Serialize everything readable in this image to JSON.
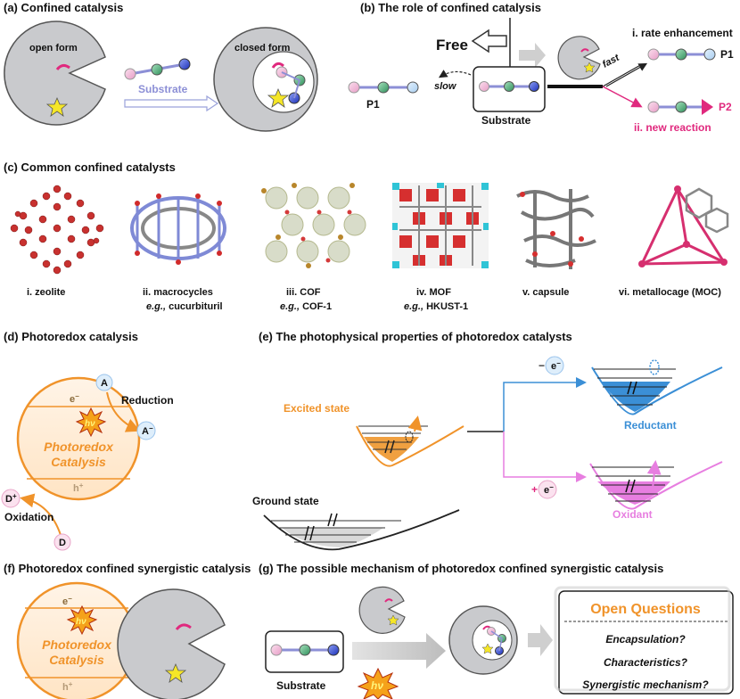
{
  "panels": {
    "a": {
      "title": "(a) Confined catalysis",
      "open_form": "open form",
      "closed_form": "closed form",
      "substrate": "Substrate"
    },
    "b": {
      "title": "(b) The role of confined catalysis",
      "free": "Free",
      "slow": "slow",
      "fast": "fast",
      "p1_left": "P1",
      "substrate": "Substrate",
      "rate": "i. rate enhancement",
      "p1_right": "P1",
      "p2": "P2",
      "new_reaction": "ii. new reaction"
    },
    "c": {
      "title": "(c) Common confined catalysts",
      "items": [
        {
          "label": "i. zeolite",
          "sub_prefix": "",
          "sub": ""
        },
        {
          "label": "ii. macrocycles",
          "sub_prefix": "e.g.,",
          "sub": "cucurbituril"
        },
        {
          "label": "iii. COF",
          "sub_prefix": "e.g.,",
          "sub": "COF-1"
        },
        {
          "label": "iv. MOF",
          "sub_prefix": "e.g.,",
          "sub": "HKUST-1"
        },
        {
          "label": "v. capsule",
          "sub_prefix": "",
          "sub": ""
        },
        {
          "label": "vi. metallocage (MOC)",
          "sub_prefix": "",
          "sub": ""
        }
      ]
    },
    "d": {
      "title": "(d) Photoredox catalysis",
      "A": "A",
      "A_minus": "A",
      "A_sup": "−",
      "reduction": "Reduction",
      "e": "e",
      "e_sup": "−",
      "hv": "hν",
      "catalysis_line1": "Photoredox",
      "catalysis_line2": "Catalysis",
      "h": "h",
      "h_sup": "+",
      "D_plus": "D",
      "D_sup": "+",
      "oxidation": "Oxidation",
      "D": "D"
    },
    "e": {
      "title": "(e) The photophysical properties of photoredox catalysts",
      "excited": "Excited state",
      "ground": "Ground state",
      "minus_e_sign": "−",
      "plus_e_sign": "+",
      "e": "e",
      "e_sup": "−",
      "reductant": "Reductant",
      "oxidant": "Oxidant"
    },
    "f": {
      "title": "(f) Photoredox confined synergistic catalysis",
      "e": "e",
      "e_sup": "−",
      "hv": "hν",
      "catalysis_line1": "Photoredox",
      "catalysis_line2": "Catalysis",
      "h": "h",
      "h_sup": "+"
    },
    "g": {
      "title": "(g) The possible mechanism of photoredox confined synergistic catalysis",
      "substrate": "Substrate",
      "hv": "hν",
      "open_questions": "Open Questions",
      "q1": "Encapsulation?",
      "q2": "Characteristics?",
      "q3": "Synergistic mechanism?"
    }
  },
  "colors": {
    "orange": "#f0932a",
    "pink": "#e0297e",
    "blue": "#3b8fd6",
    "gray": "#c8c9cc",
    "violet": "#e77ee0"
  }
}
